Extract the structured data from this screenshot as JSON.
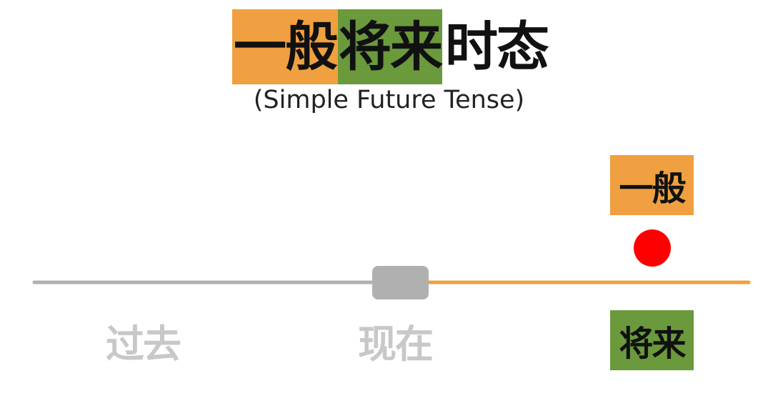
{
  "title": {
    "general": "一般",
    "future": "将来",
    "tense": "时态"
  },
  "subtitle": "(Simple Future Tense)",
  "timeline": {
    "past_label": "过去",
    "now_label": "现在",
    "future_label": "将来",
    "event_label": "一般"
  },
  "colors": {
    "orange": "#f0a040",
    "green": "#6a9a3c",
    "past_line": "#b0b0b0",
    "future_line": "#f0a040",
    "now_marker": "#b0b0b0",
    "event_dot": "#ff0000",
    "faded_text": "#c8c8c8"
  }
}
